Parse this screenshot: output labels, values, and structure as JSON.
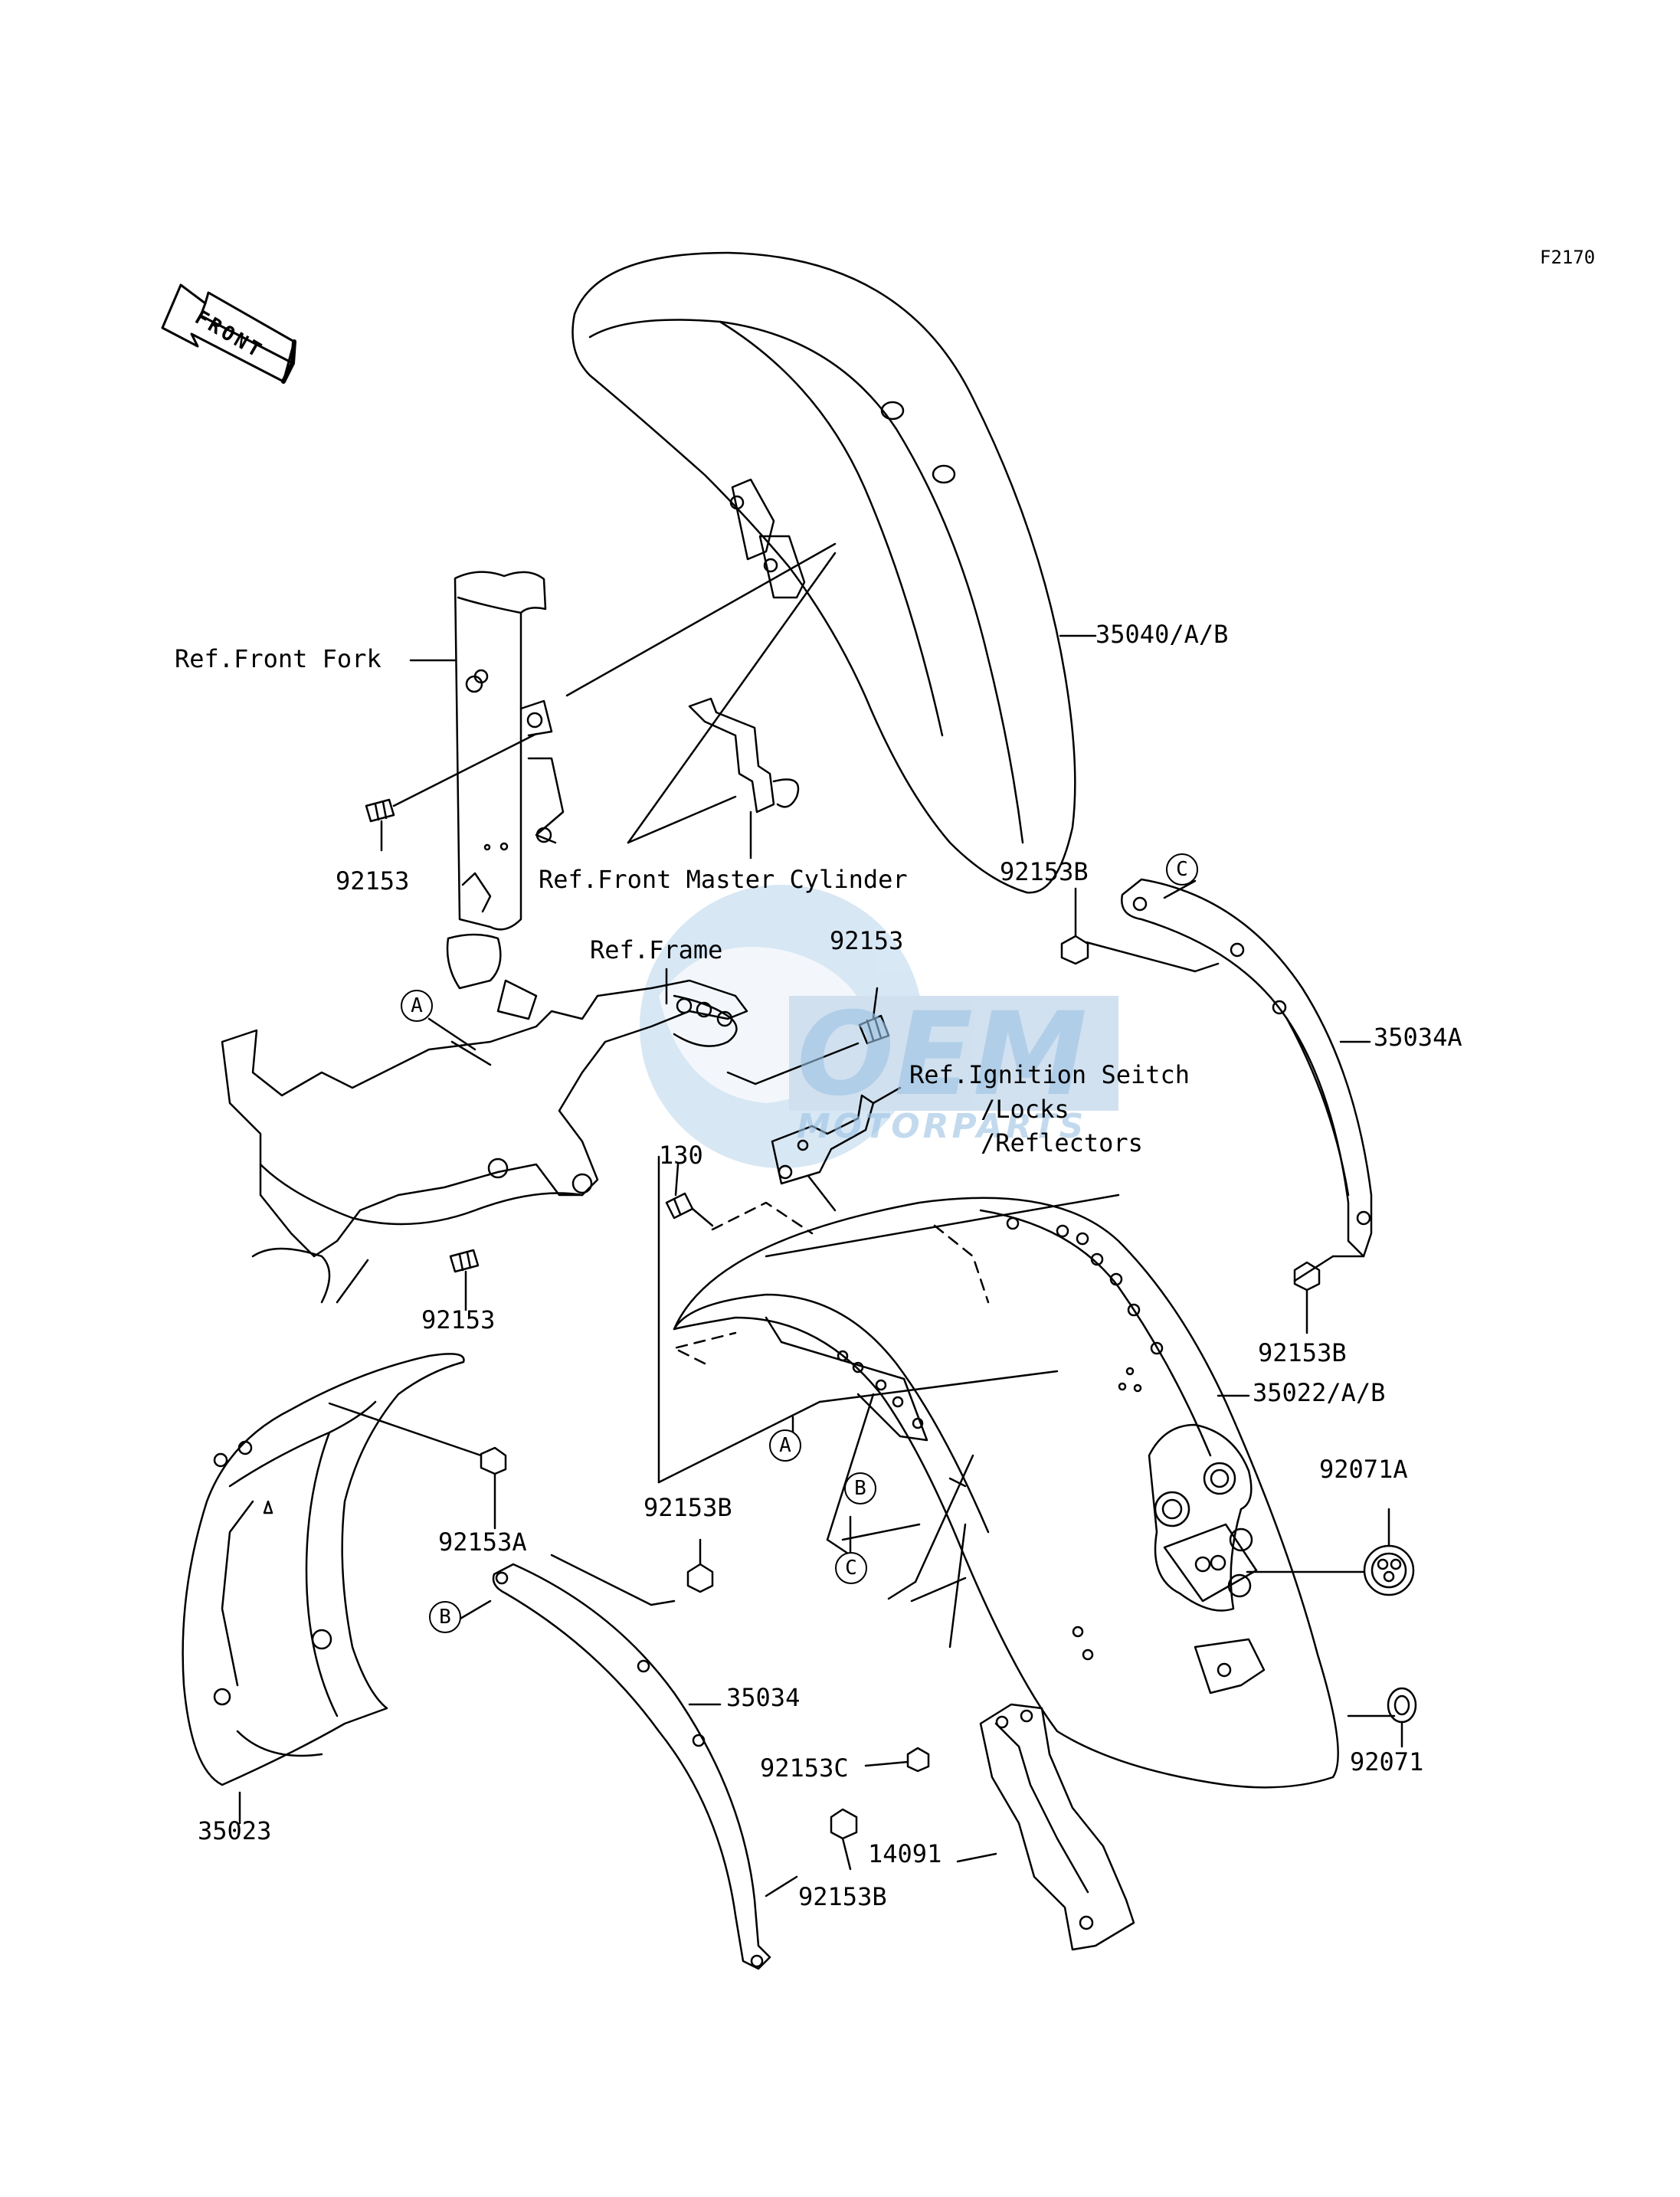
{
  "diagram_code": "F2170",
  "front_arrow_label": "FRONT",
  "watermark": {
    "brand": "OEM",
    "sub": "MOTORPARTS",
    "color": "#6fa8d8"
  },
  "parts": {
    "front_fender": "35040/A/B",
    "rear_fender": "35022/A/B",
    "rear_inner_fender": "35023",
    "fender_stay_right": "35034A",
    "fender_stay_left": "35034",
    "bolt": "92153",
    "bolt_a": "92153A",
    "bolt_b": "92153B",
    "bolt_c": "92153C",
    "grommet_a": "92071A",
    "grommet": "92071",
    "cover": "14091",
    "bolt_130": "130"
  },
  "references": {
    "front_fork": "Ref.Front Fork",
    "front_master_cylinder": "Ref.Front Master Cylinder",
    "frame": "Ref.Frame",
    "ignition_line1": "Ref.Ignition Seitch",
    "ignition_line2": "/Locks",
    "ignition_line3": "/Reflectors"
  },
  "markers": {
    "a": "A",
    "b": "B",
    "c": "C"
  }
}
